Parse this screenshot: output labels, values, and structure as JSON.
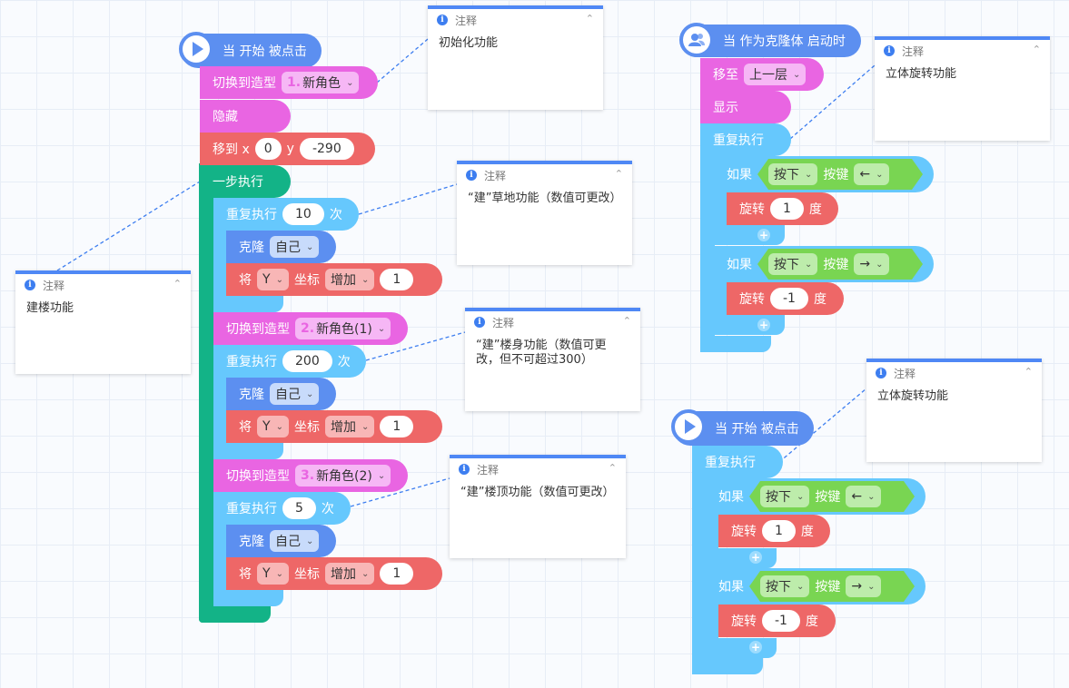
{
  "note_header": "注释",
  "notes": [
    {
      "text": "初始化功能"
    },
    {
      "text": "建楼功能"
    },
    {
      "text": "“建”草地功能（数值可更改）"
    },
    {
      "text": "“建”楼身功能（数值可更改，但不可超过300）"
    },
    {
      "text": "“建”楼顶功能（数值可更改）"
    },
    {
      "text": "立体旋转功能"
    },
    {
      "text": "立体旋转功能"
    }
  ],
  "script1": {
    "hat": "当 开始 被点击",
    "switch_costume": "切换到造型",
    "costume1_num": "1.",
    "costume1_name": "新角色",
    "hide": "隐藏",
    "goto": "移到 x",
    "goto_x": "0",
    "goto_y_label": "y",
    "goto_y": "-290",
    "step_exec": "一步执行",
    "repeat": "重复执行",
    "times": "次",
    "loop1_count": "10",
    "loop2_count": "200",
    "loop3_count": "5",
    "clone": "克隆",
    "self": "自己",
    "set_label": "将",
    "axis": "Y",
    "coord": "坐标",
    "op": "增加",
    "inc_value": "1",
    "costume2_num": "2.",
    "costume2_name": "新角色(1)",
    "costume3_num": "3.",
    "costume3_name": "新角色(2)"
  },
  "script2": {
    "hat": "当 作为克隆体 启动时",
    "move_to": "移至",
    "layer": "上一层",
    "show": "显示",
    "repeat": "重复执行",
    "if": "如果",
    "press": "按下",
    "key": "按键",
    "left_key": "←",
    "right_key": "→",
    "rotate": "旋转",
    "deg": "度",
    "rot_pos": "1",
    "rot_neg": "-1"
  },
  "script3": {
    "hat": "当 开始 被点击",
    "repeat": "重复执行",
    "if": "如果",
    "press": "按下",
    "key": "按键",
    "left_key": "←",
    "right_key": "→",
    "rotate": "旋转",
    "deg": "度",
    "rot_pos": "1",
    "rot_neg": "-1"
  }
}
